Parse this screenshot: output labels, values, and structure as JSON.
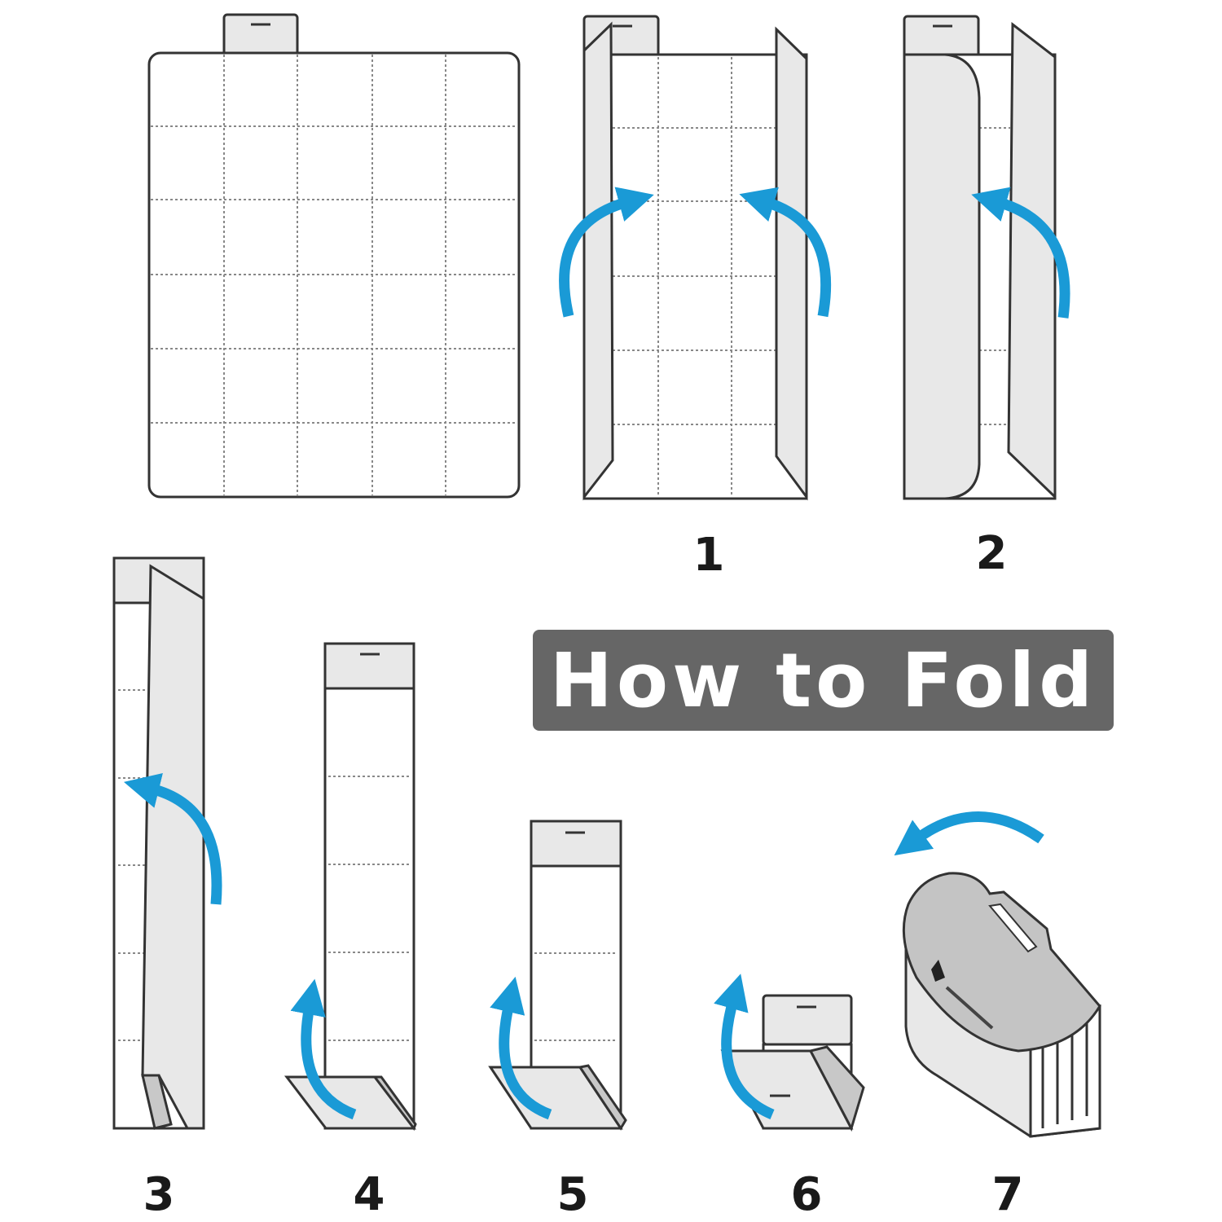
{
  "title": "How to Fold",
  "steps": [
    "1",
    "2",
    "3",
    "4",
    "5",
    "6",
    "7"
  ],
  "colors": {
    "arrow": "#1a9ad6",
    "title_bg": "#666666",
    "panel": "#e8e8e8"
  }
}
